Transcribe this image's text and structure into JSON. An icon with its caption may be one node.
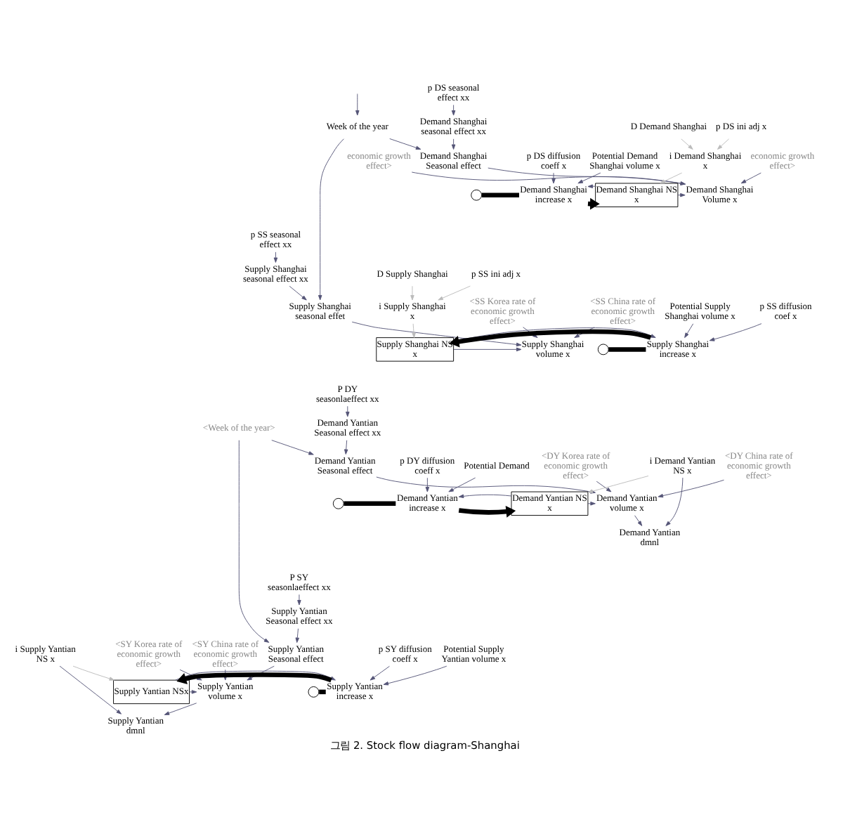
{
  "diagram": {
    "caption": "그림 2. Stock flow diagram-Shanghai",
    "nodes": [
      {
        "text": [
          "economic growth effect>"
        ]
      },
      {
        "text": [
          "economic growth effect>"
        ]
      },
      {
        "text": [
          "Week of the year"
        ]
      },
      {
        "text": [
          "<SS China rate of economic growth effect>"
        ]
      },
      {
        "text": [
          "<SS Korea rate of economic growth effect>"
        ]
      },
      {
        "text": [
          "p DS seasonal effect xx"
        ]
      },
      {
        "text": [
          "Demand Shanghai seasonal effect xx"
        ]
      },
      {
        "text": [
          "Demand Shanghai Seasonal effect"
        ]
      },
      {
        "text": [
          "Supply Shanghai seasonal effet"
        ]
      },
      {
        "text": [
          "Supply Shanghai seasonal effect xx"
        ]
      },
      {
        "text": [
          "p SS seasonal effect xx"
        ]
      },
      {
        "text": [],
        "shape": "circle"
      },
      {
        "text": [
          "Demand Shanghai increase x"
        ]
      },
      {
        "text": [
          "Demand Shanghai NS x"
        ]
      },
      {
        "text": [
          "Demand Shanghai Volume x"
        ]
      },
      {
        "text": [
          "Supply Shanghai volume x"
        ]
      },
      {
        "text": [
          "Supply Shanghai NS x"
        ]
      },
      {
        "text": [
          "Supply Shanghai increase x"
        ]
      },
      {
        "text": [],
        "shape": "circle"
      },
      {
        "text": [
          "i Demand Shanghai x"
        ]
      },
      {
        "text": [
          "p DS diffusion coeff x"
        ]
      },
      {
        "text": [
          "Potential Demand Shanghai volume x"
        ]
      },
      {
        "text": [
          "i Supply Shanghai x"
        ]
      },
      {
        "text": [
          "Potential Supply Shanghai volume x"
        ]
      },
      {
        "text": [
          "p SS diffusion coef x"
        ]
      },
      {
        "text": [
          "D Demand Shanghai"
        ]
      },
      {
        "text": [
          "p DS ini adj x"
        ]
      },
      {
        "text": [
          "D Supply Shanghai"
        ]
      },
      {
        "text": [
          "p SS ini adj x"
        ]
      },
      {
        "text": [
          "<DY China rate of economic growth effect>"
        ]
      },
      {
        "text": [
          "<DY Korea rate of economic growth effect>"
        ]
      },
      {
        "text": [
          "<SY China rate of economic growth effect>"
        ]
      },
      {
        "text": [
          "<SY Korea rate of economic growth effect>"
        ]
      },
      {
        "text": [
          "P DY seasonlaeffect xx"
        ]
      },
      {
        "text": [
          "Demand Yantian Seasonal effect xx"
        ]
      },
      {
        "text": [
          "Demand Yantian Seasonal effect"
        ]
      },
      {
        "text": [
          "<Week of the year>"
        ]
      },
      {
        "text": [
          "Supply Yantian Seasonal effect"
        ]
      },
      {
        "text": [
          "Supply Yantian Seasonal effect xx"
        ]
      },
      {
        "text": [
          "P SY seasonlaeffect xx"
        ]
      },
      {
        "text": [],
        "shape": "circle"
      },
      {
        "text": [
          "Demand Yantian increase x"
        ]
      },
      {
        "text": [
          "Demand Yantian NS x"
        ]
      },
      {
        "text": [
          "Demand Yantian volume x"
        ]
      },
      {
        "text": [
          "Supply Yantian volume x"
        ]
      },
      {
        "text": [
          "Supply Yantian NSx"
        ]
      },
      {
        "text": [
          "Supply Yantian increase x"
        ]
      },
      {
        "text": [],
        "shape": "circle"
      },
      {
        "text": [
          "Demand Yantian dmnl"
        ]
      },
      {
        "text": [
          "Supply Yantian dmnl"
        ]
      },
      {
        "text": [
          "p DY diffusion coeff x"
        ]
      },
      {
        "text": [
          "Potential Demand"
        ]
      },
      {
        "text": [
          "i Demand Yantian NS x"
        ]
      },
      {
        "text": [
          "i Supply Yantian NS x"
        ]
      },
      {
        "text": [
          "p SY diffusion coeff x"
        ]
      },
      {
        "text": [
          "Potential Supply Yantian volume x"
        ]
      }
    ],
    "edges": [
      {
        "from": null,
        "to": 2,
        "arrow": "to"
      },
      {
        "from": 5,
        "to": 6,
        "arrow": "to"
      },
      {
        "from": 6,
        "to": 7,
        "arrow": "to"
      },
      {
        "from": 2,
        "to": 7,
        "arrow": "to"
      },
      {
        "from": 2,
        "to": 8,
        "arrow": "to"
      },
      {
        "from": 9,
        "to": 8,
        "arrow": "to"
      },
      {
        "from": 10,
        "to": 9,
        "arrow": "to"
      },
      {
        "from": 0,
        "to": 14,
        "arrow": "to"
      },
      {
        "from": 1,
        "to": 14,
        "arrow": "to"
      },
      {
        "from": 7,
        "to": 14,
        "arrow": "to"
      },
      {
        "from": 13,
        "to": 14,
        "arrow": "to"
      },
      {
        "from": 11,
        "to": 12,
        "arrow": "none",
        "style": "thick",
        "color": "#000000"
      },
      {
        "from": 12,
        "to": 13,
        "arrow": "to",
        "style": "thick",
        "color": "#000000"
      },
      {
        "from": 13,
        "to": 12,
        "arrow": "to"
      },
      {
        "from": 20,
        "to": 12,
        "arrow": "to"
      },
      {
        "from": 21,
        "to": 12,
        "arrow": "to"
      },
      {
        "from": 19,
        "to": 13,
        "arrow": "to",
        "color": "#bbbbbb"
      },
      {
        "from": 25,
        "to": 19,
        "arrow": "to",
        "color": "#bbbbbb"
      },
      {
        "from": 26,
        "to": 19,
        "arrow": "to",
        "color": "#bbbbbb"
      },
      {
        "from": 3,
        "to": 15,
        "arrow": "to"
      },
      {
        "from": 8,
        "to": 15,
        "arrow": "to"
      },
      {
        "from": 4,
        "to": 15,
        "arrow": "to"
      },
      {
        "from": 16,
        "to": 15,
        "arrow": "to"
      },
      {
        "from": 18,
        "to": 17,
        "arrow": "none",
        "style": "thick",
        "color": "#000000"
      },
      {
        "from": 17,
        "to": 16,
        "arrow": "to",
        "style": "thick",
        "color": "#000000"
      },
      {
        "from": 16,
        "to": 17,
        "arrow": "to"
      },
      {
        "from": 23,
        "to": 17,
        "arrow": "to"
      },
      {
        "from": 24,
        "to": 17,
        "arrow": "to"
      },
      {
        "from": 22,
        "to": 16,
        "arrow": "to",
        "color": "#bbbbbb"
      },
      {
        "from": 27,
        "to": 22,
        "arrow": "to",
        "color": "#bbbbbb"
      },
      {
        "from": 28,
        "to": 22,
        "arrow": "to",
        "color": "#bbbbbb"
      },
      {
        "from": 33,
        "to": 34,
        "arrow": "to"
      },
      {
        "from": 34,
        "to": 35,
        "arrow": "to"
      },
      {
        "from": 36,
        "to": 35,
        "arrow": "to"
      },
      {
        "from": 36,
        "to": 37,
        "arrow": "to"
      },
      {
        "from": 38,
        "to": 37,
        "arrow": "to"
      },
      {
        "from": 39,
        "to": 38,
        "arrow": "to"
      },
      {
        "from": 29,
        "to": 43,
        "arrow": "to"
      },
      {
        "from": 30,
        "to": 43,
        "arrow": "to"
      },
      {
        "from": 35,
        "to": 43,
        "arrow": "to"
      },
      {
        "from": 42,
        "to": 43,
        "arrow": "to"
      },
      {
        "from": 43,
        "to": 48,
        "arrow": "to"
      },
      {
        "from": 52,
        "to": 48,
        "arrow": "to"
      },
      {
        "from": 40,
        "to": 41,
        "arrow": "none",
        "style": "thick",
        "color": "#000000"
      },
      {
        "from": 41,
        "to": 42,
        "arrow": "to",
        "style": "thick",
        "color": "#000000"
      },
      {
        "from": 42,
        "to": 41,
        "arrow": "to"
      },
      {
        "from": 50,
        "to": 41,
        "arrow": "to"
      },
      {
        "from": 51,
        "to": 41,
        "arrow": "to"
      },
      {
        "from": 52,
        "to": 42,
        "arrow": "to",
        "color": "#bbbbbb"
      },
      {
        "from": 31,
        "to": 44,
        "arrow": "to"
      },
      {
        "from": 37,
        "to": 44,
        "arrow": "to"
      },
      {
        "from": 32,
        "to": 44,
        "arrow": "to"
      },
      {
        "from": 45,
        "to": 44,
        "arrow": "to"
      },
      {
        "from": 44,
        "to": 49,
        "arrow": "to"
      },
      {
        "from": 53,
        "to": 49,
        "arrow": "to"
      },
      {
        "from": 53,
        "to": 45,
        "arrow": "to",
        "color": "#bbbbbb"
      },
      {
        "from": 47,
        "to": 46,
        "arrow": "none",
        "style": "thick",
        "color": "#000000"
      },
      {
        "from": 46,
        "to": 45,
        "arrow": "to",
        "style": "thick",
        "color": "#000000"
      },
      {
        "from": 45,
        "to": 46,
        "arrow": "to"
      },
      {
        "from": 54,
        "to": 46,
        "arrow": "to"
      },
      {
        "from": 55,
        "to": 46,
        "arrow": "to"
      }
    ]
  }
}
